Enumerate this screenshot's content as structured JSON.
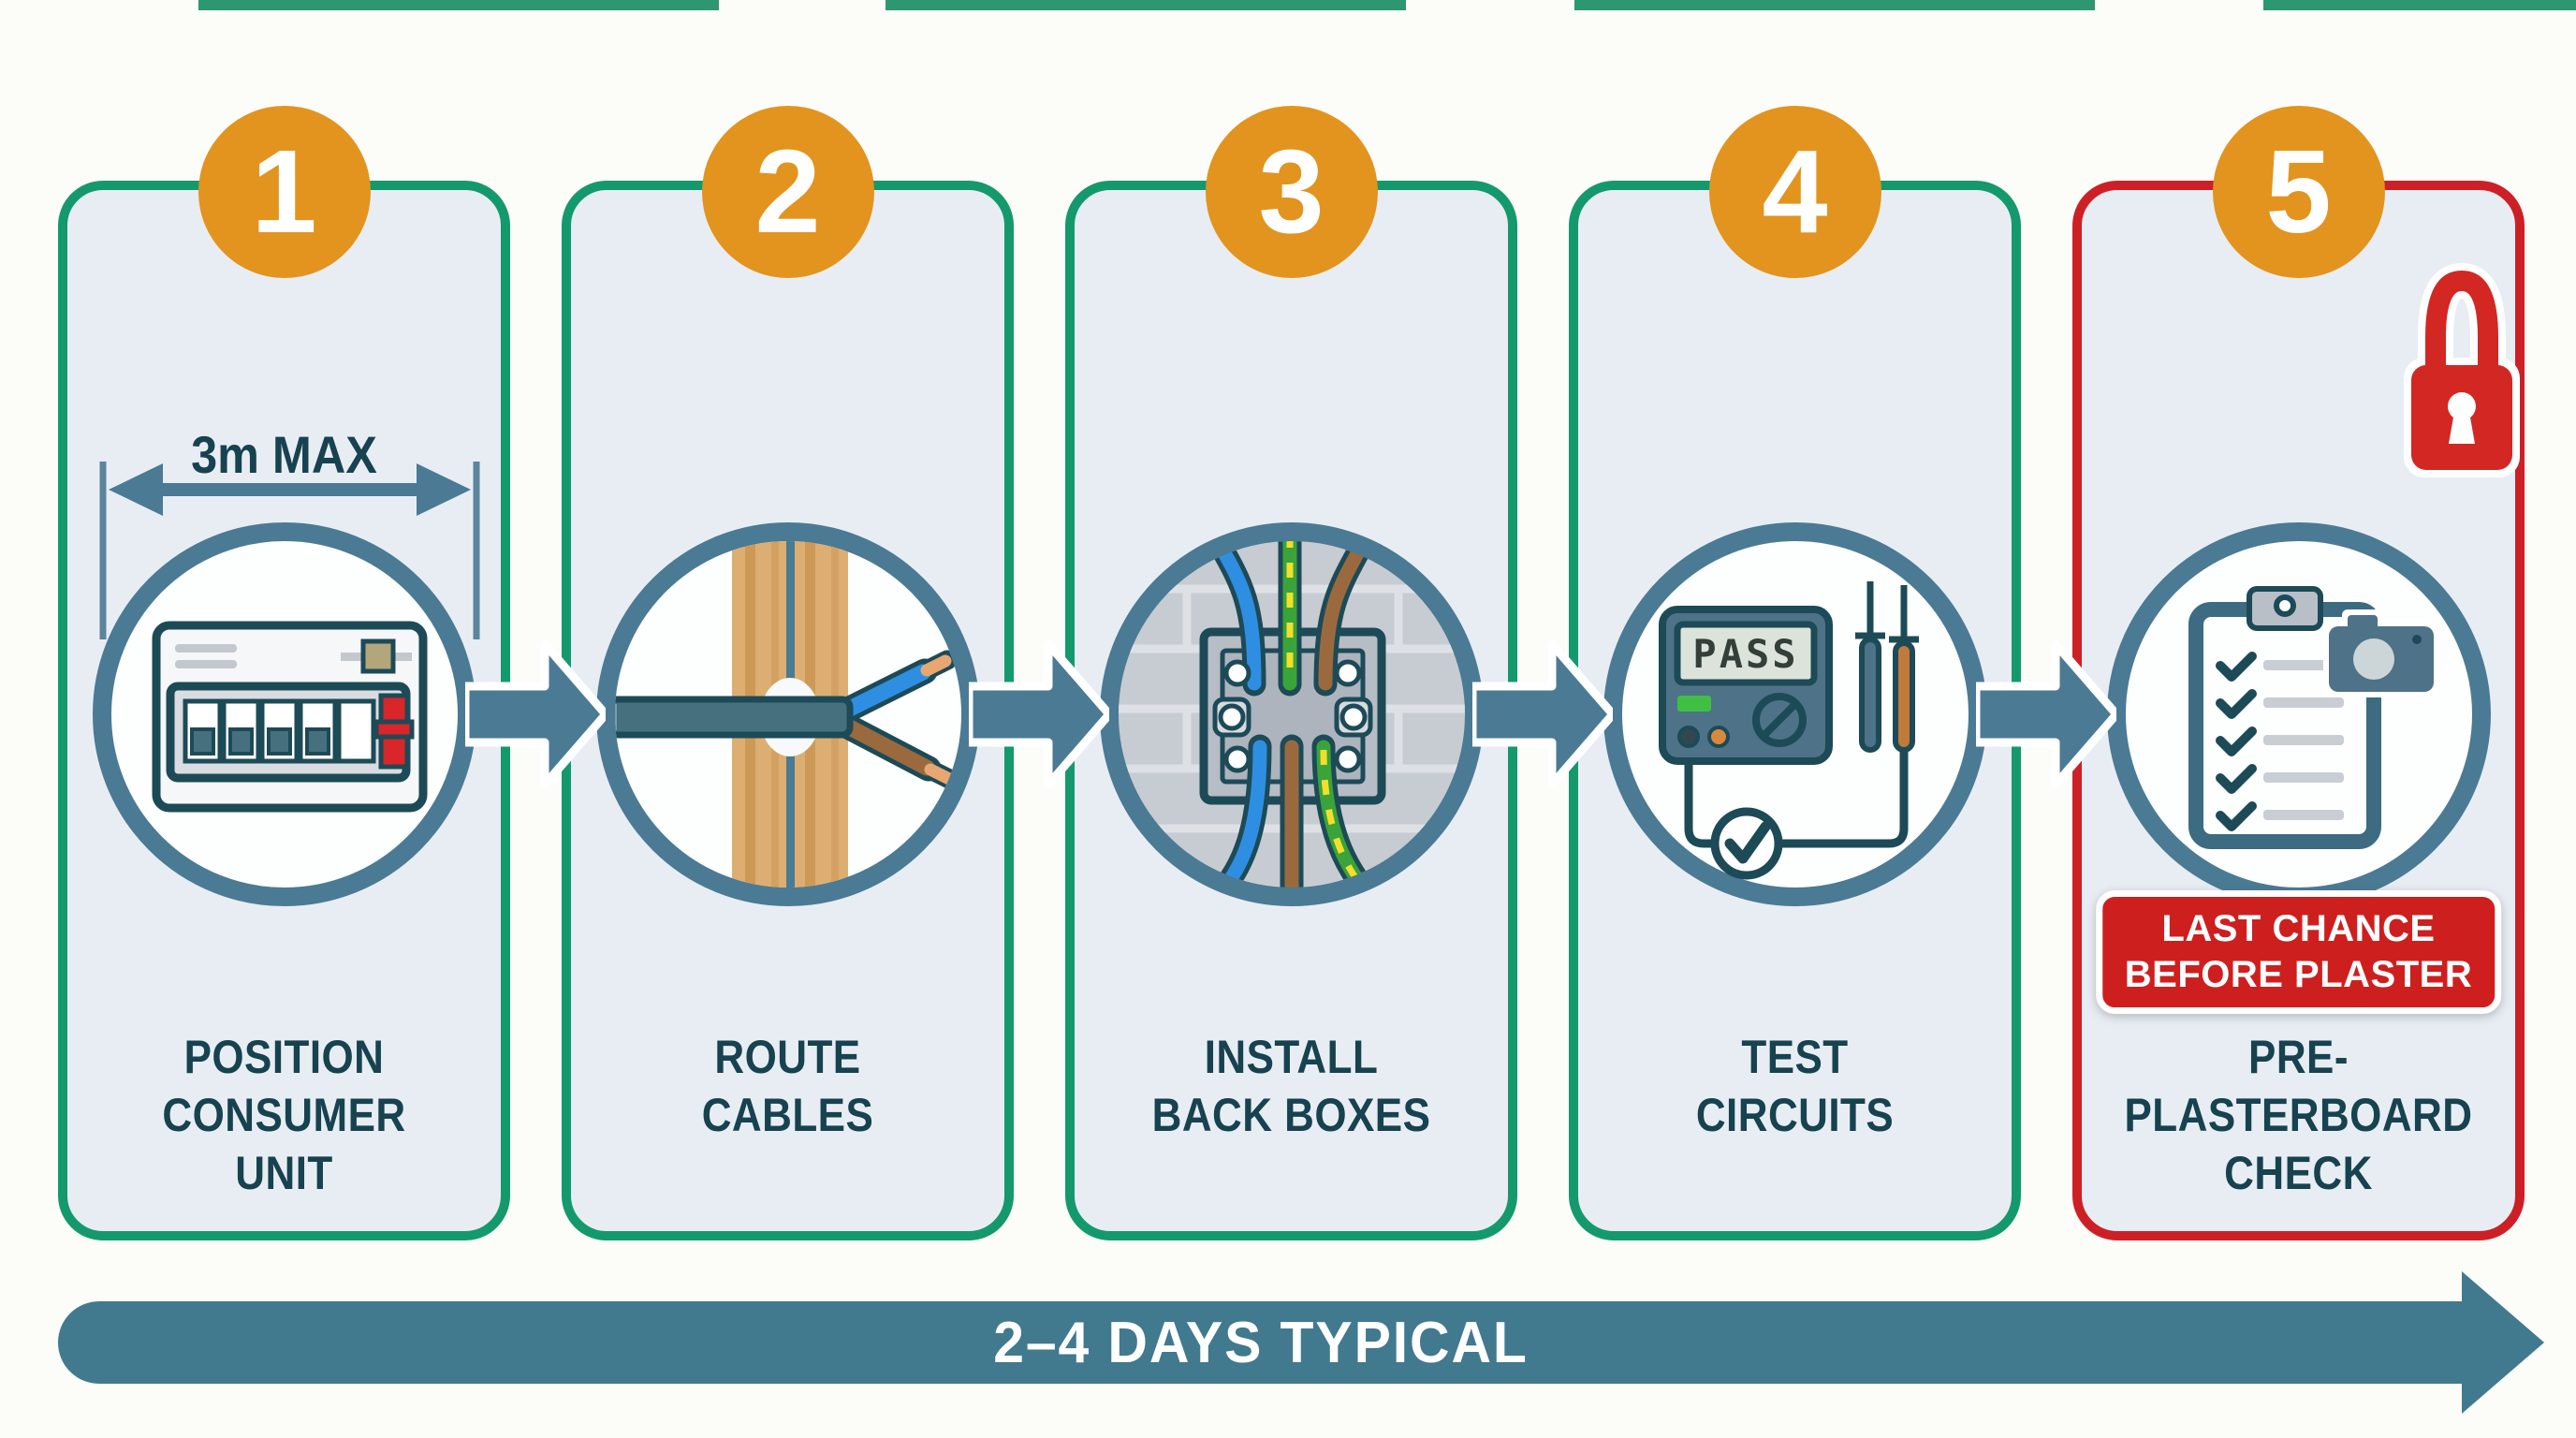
{
  "steps": [
    {
      "number": "1",
      "title_lines": [
        "POSITION",
        "CONSUMER",
        "UNIT"
      ],
      "annotation": "3m MAX",
      "icon": "consumer-unit"
    },
    {
      "number": "2",
      "title_lines": [
        "ROUTE",
        "CABLES"
      ],
      "icon": "cable-through-stud"
    },
    {
      "number": "3",
      "title_lines": [
        "INSTALL",
        "BACK BOXES"
      ],
      "icon": "back-box-in-brick-wall"
    },
    {
      "number": "4",
      "title_lines": [
        "TEST",
        "CIRCUITS"
      ],
      "meter_reading": "PASS",
      "icon": "multimeter-with-probes"
    },
    {
      "number": "5",
      "title_lines": [
        "PRE-",
        "PLASTERBOARD",
        "CHECK"
      ],
      "badge_lines": [
        "LAST CHANCE",
        "BEFORE PLASTER"
      ],
      "icon": "checklist-with-camera",
      "locked": true
    }
  ],
  "timeline": {
    "label": "2–4 DAYS TYPICAL"
  },
  "colors": {
    "step_border_green": "#14996d",
    "final_border_red": "#cd2026",
    "number_orange": "#e2941e",
    "slate_blue": "#4b7a94",
    "icon_outline": "#1d4a57",
    "panel_bg": "#e8edf4",
    "title_text": "#17424f",
    "timeline_bar": "#41798f",
    "badge_red": "#ce1f1f",
    "lock_red": "#d32723"
  }
}
